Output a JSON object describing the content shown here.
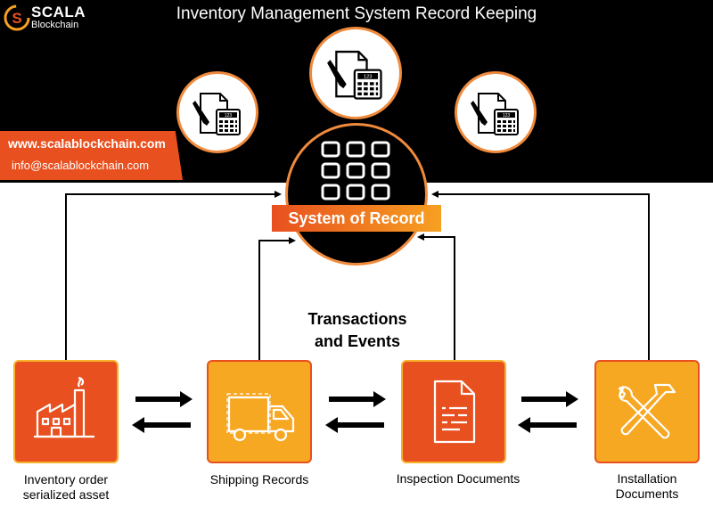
{
  "header": {
    "title": "Inventory Management System Record Keeping",
    "logo_name": "SCALA",
    "logo_sub": "Blockchain"
  },
  "contact": {
    "website": "www.scalablockchain.com",
    "email": "info@scalablockchain.com"
  },
  "hub": {
    "label": "System of Record",
    "icon": "grid-icon"
  },
  "center_text": {
    "line1": "Transactions",
    "line2": "and Events"
  },
  "records": [
    {
      "label_line1": "Inventory order",
      "label_line2": "serialized asset",
      "icon": "factory-icon"
    },
    {
      "label_line1": "Shipping Records",
      "label_line2": "",
      "icon": "truck-icon"
    },
    {
      "label_line1": "Inspection Documents",
      "label_line2": "",
      "icon": "document-icon"
    },
    {
      "label_line1": "Installation",
      "label_line2": "Documents",
      "icon": "tools-icon"
    }
  ],
  "doc_icons": [
    "document-calculator-icon",
    "document-calculator-icon",
    "document-calculator-icon"
  ],
  "calc_display": "123",
  "colors": {
    "accent_red": "#e8501f",
    "accent_orange": "#f7a823",
    "ring": "#f08a3c",
    "background_top": "#000000"
  }
}
